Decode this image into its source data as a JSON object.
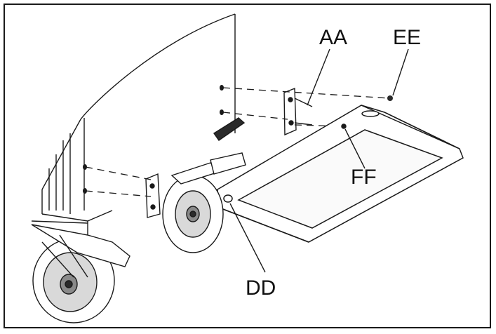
{
  "diagram": {
    "callouts": {
      "aa": "AA",
      "ee": "EE",
      "ff": "FF",
      "dd": "DD"
    },
    "colors": {
      "line": "#1a1a1a",
      "dark": "#2a2a2a",
      "mid": "#8a8a8a",
      "light": "#d9d9d9"
    }
  }
}
